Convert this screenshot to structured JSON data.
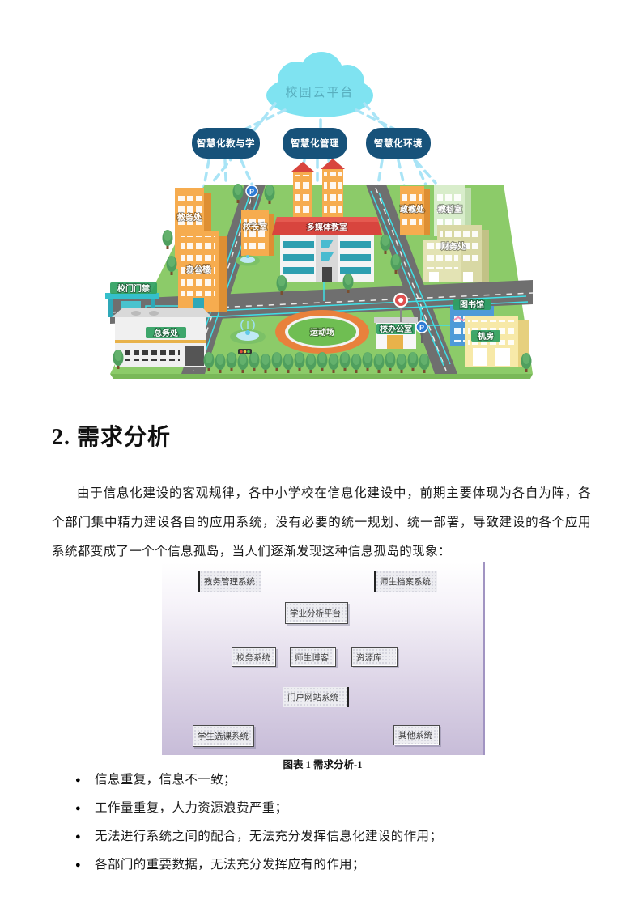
{
  "diagram": {
    "cloud": "校园云平台",
    "pills": [
      "智慧化教与学",
      "智慧化管理",
      "智慧化环境"
    ],
    "buildings": {
      "jiaowuchu": "教务处",
      "bangonglou": "办公楼",
      "xiaomen": "校门门禁",
      "xiaozhangshi": "校长室",
      "duomeiti": "多媒体教室",
      "zhengjiaochu": "政教处",
      "jiaokeshi": "教科室",
      "caiwuchu": "财务处",
      "zongwuchu": "总务处",
      "yundongchang": "运动场",
      "xiaobangongshi": "校办公室",
      "tushuguan": "图书馆",
      "jifang": "机房",
      "parking_sign": "P"
    },
    "colors": {
      "cloud": "#7FE3F1",
      "pill": "#17527A",
      "ground": "#8CCB69",
      "road": "#6F6F6F",
      "network_line": "#3FE0E8",
      "building_orange": "#F6AC4F",
      "roof_red": "#D8453E",
      "label_chip_green": "#2FA05F"
    }
  },
  "section": {
    "heading": "2. 需求分析",
    "paragraph": "由于信息化建设的客观规律，各中小学校在信息化建设中，前期主要体现为各自为阵，各个部门集中精力建设各自的应用系统，没有必要的统一规划、统一部署，导致建设的各个应用系统都变成了一个个信息孤岛，当人们逐渐发现这种信息孤岛的现象："
  },
  "figure": {
    "boxes": {
      "jwgl": "教务管理系统",
      "ssda": "师生档案系统",
      "xyfx": "学业分析平台",
      "xw": "校务系统",
      "ssbk": "师生博客",
      "zyk": "资源库",
      "mhwz": "门户网站系统",
      "xsxk": "学生选课系统",
      "qt": "其他系统"
    },
    "caption": "图表 1 需求分析-1"
  },
  "bullets": [
    "信息重复，信息不一致；",
    "工作量重复，人力资源浪费严重；",
    "无法进行系统之间的配合，无法充分发挥信息化建设的作用；",
    "各部门的重要数据，无法充分发挥应有的作用；"
  ]
}
